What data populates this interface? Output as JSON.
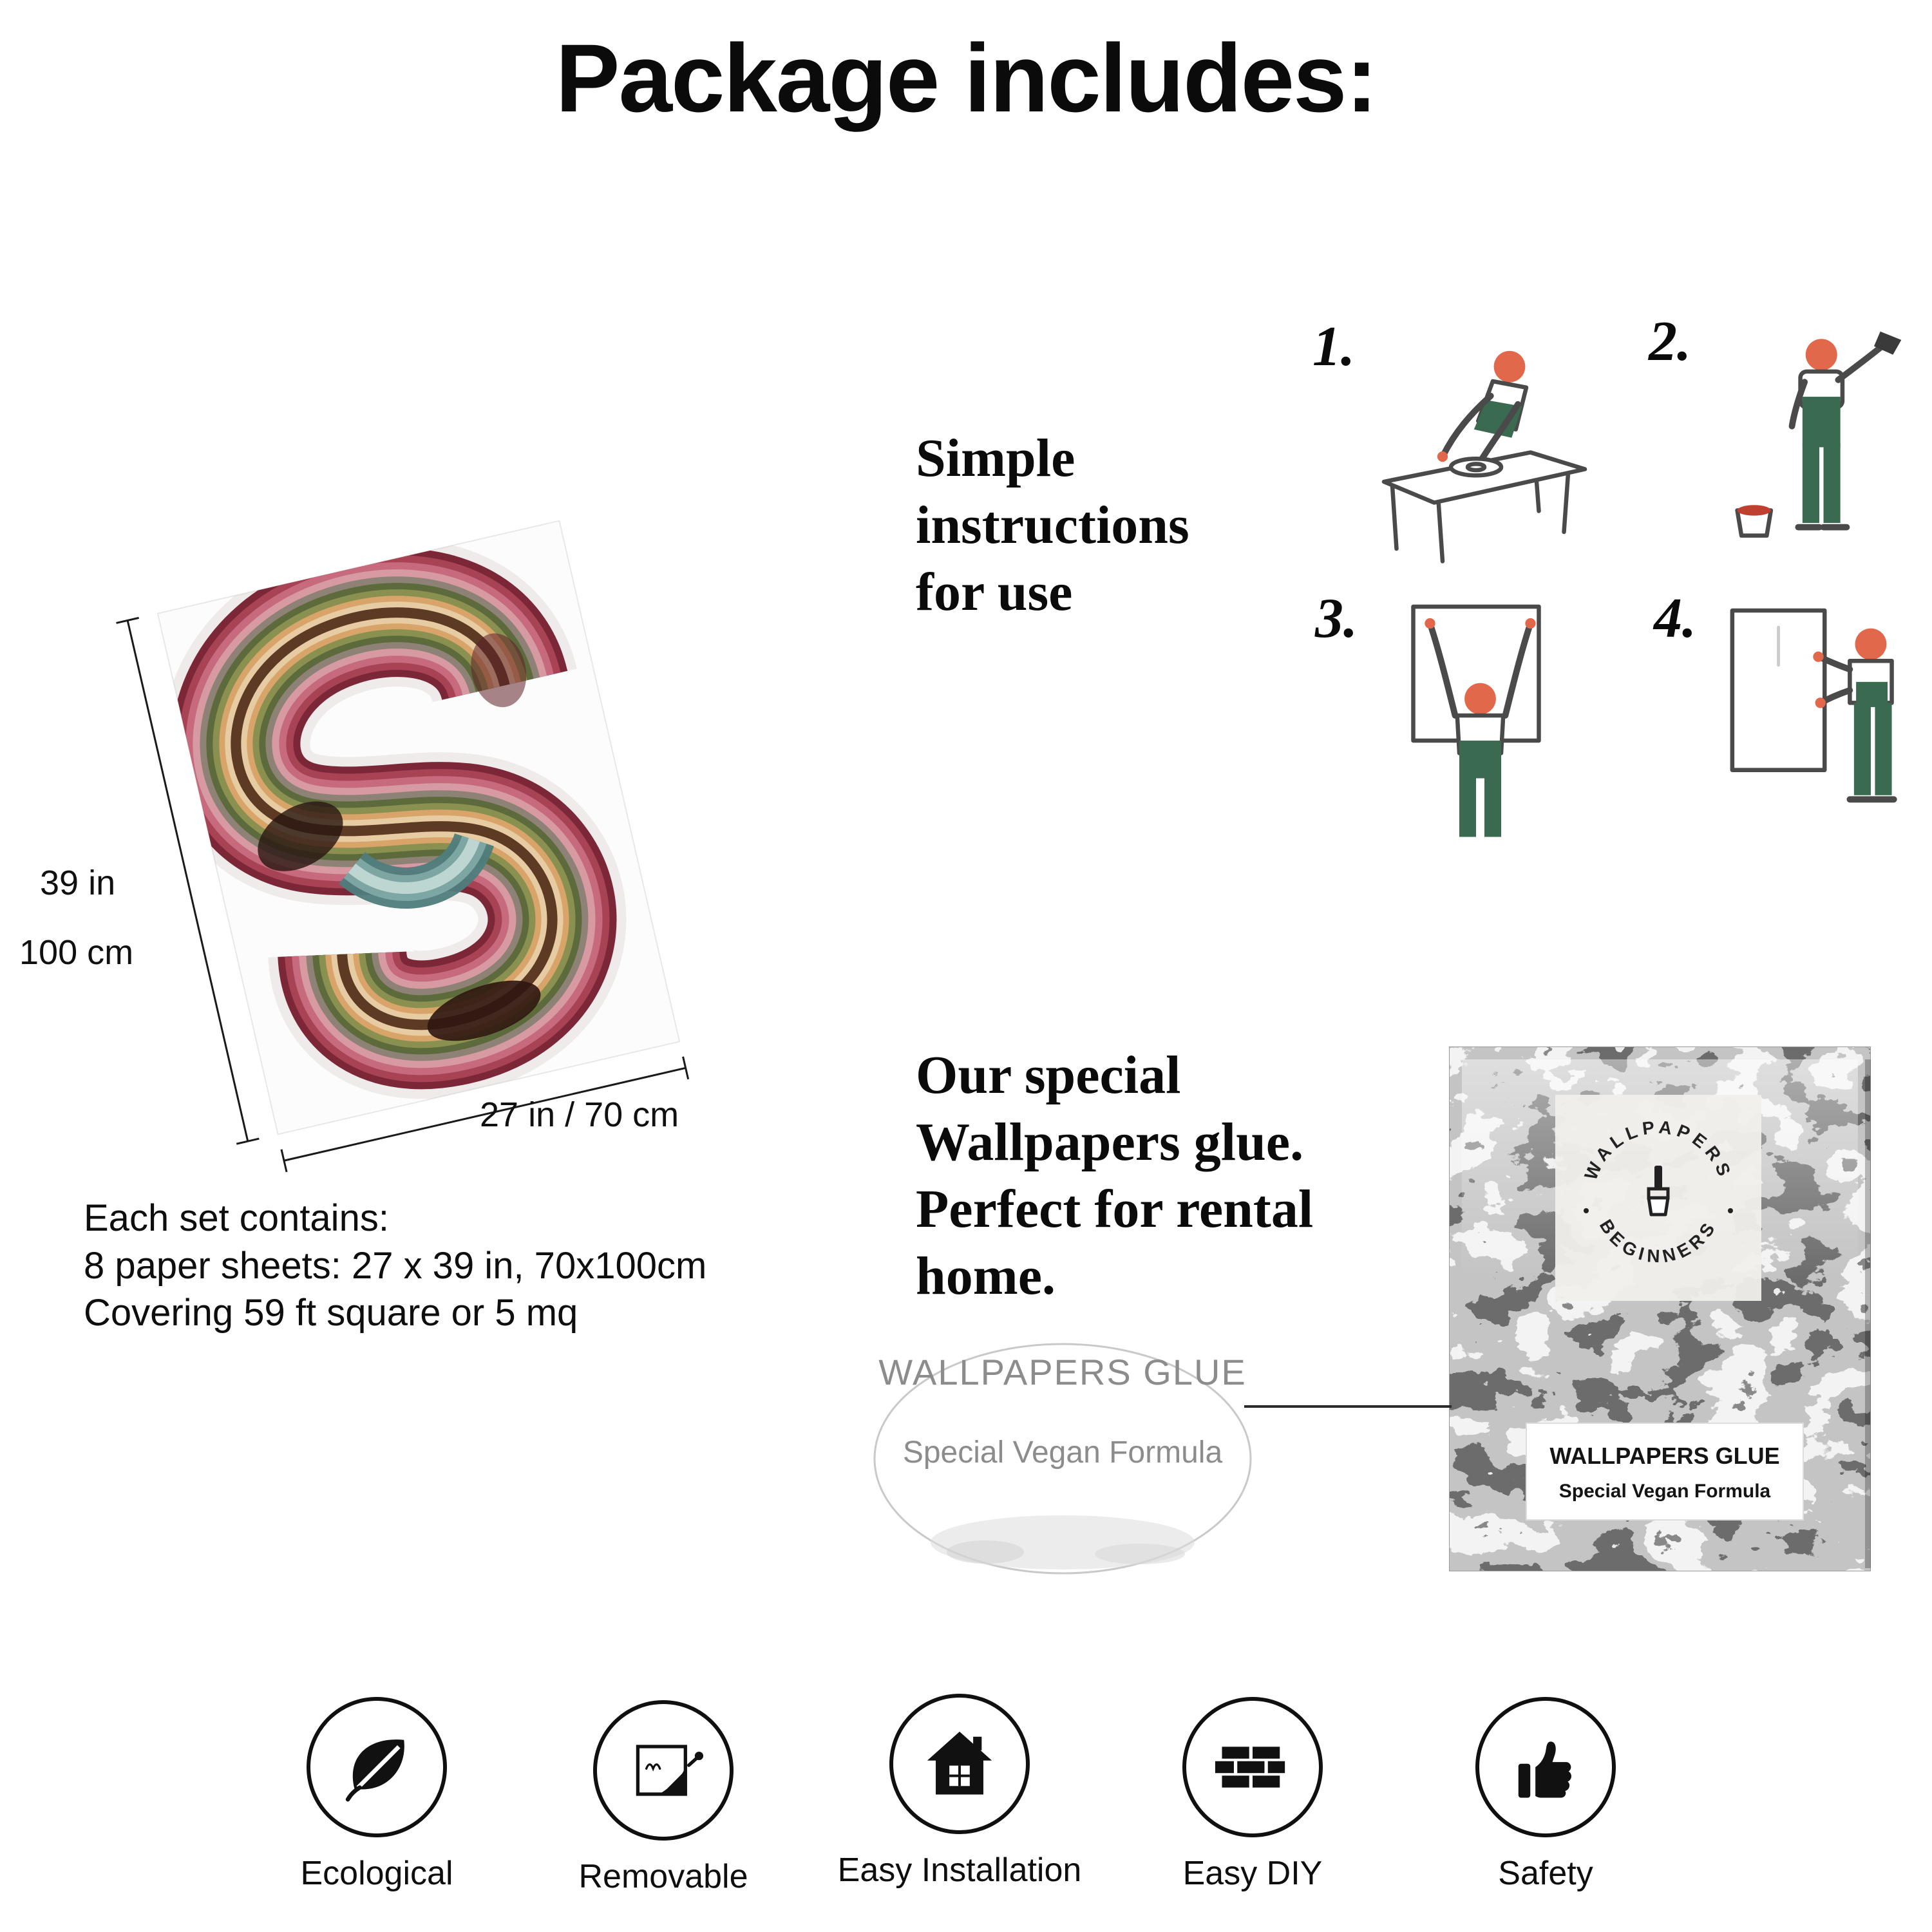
{
  "title": "Package includes:",
  "sample": {
    "height_in": "39 in",
    "height_cm": "100 cm",
    "width_label": "27 in / 70 cm",
    "contains": [
      "Each set contains:",
      "8 paper sheets: 27 x 39 in, 70x100cm",
      "Covering 59 ft square or 5 mq"
    ]
  },
  "instructions": {
    "heading": [
      "Simple",
      "instructions",
      "for use"
    ],
    "steps": [
      "1.",
      "2.",
      "3.",
      "4."
    ]
  },
  "glue": {
    "heading": [
      "Our special",
      "Wallpapers glue.",
      "Perfect for rental",
      "home."
    ],
    "zoom": {
      "title": "WALLPAPERS GLUE",
      "subtitle": "Special Vegan Formula"
    },
    "package": {
      "logo_top": "WALLPAPERS",
      "logo_bottom": "BEGINNERS",
      "label_title": "WALLPAPERS GLUE",
      "label_subtitle": "Special Vegan Formula"
    }
  },
  "features": [
    {
      "label": "Ecological",
      "icon": "leaf-icon"
    },
    {
      "label": "Removable",
      "icon": "peel-icon"
    },
    {
      "label": "Easy Installation",
      "icon": "house-icon"
    },
    {
      "label": "Easy DIY",
      "icon": "bricks-icon"
    },
    {
      "label": "Safety",
      "icon": "thumbs-up-icon"
    }
  ],
  "colors": {
    "text": "#111111",
    "overalls_green": "#3a6a50",
    "skin_orange": "#e2684b",
    "label_gray": "#8c8c8c"
  }
}
